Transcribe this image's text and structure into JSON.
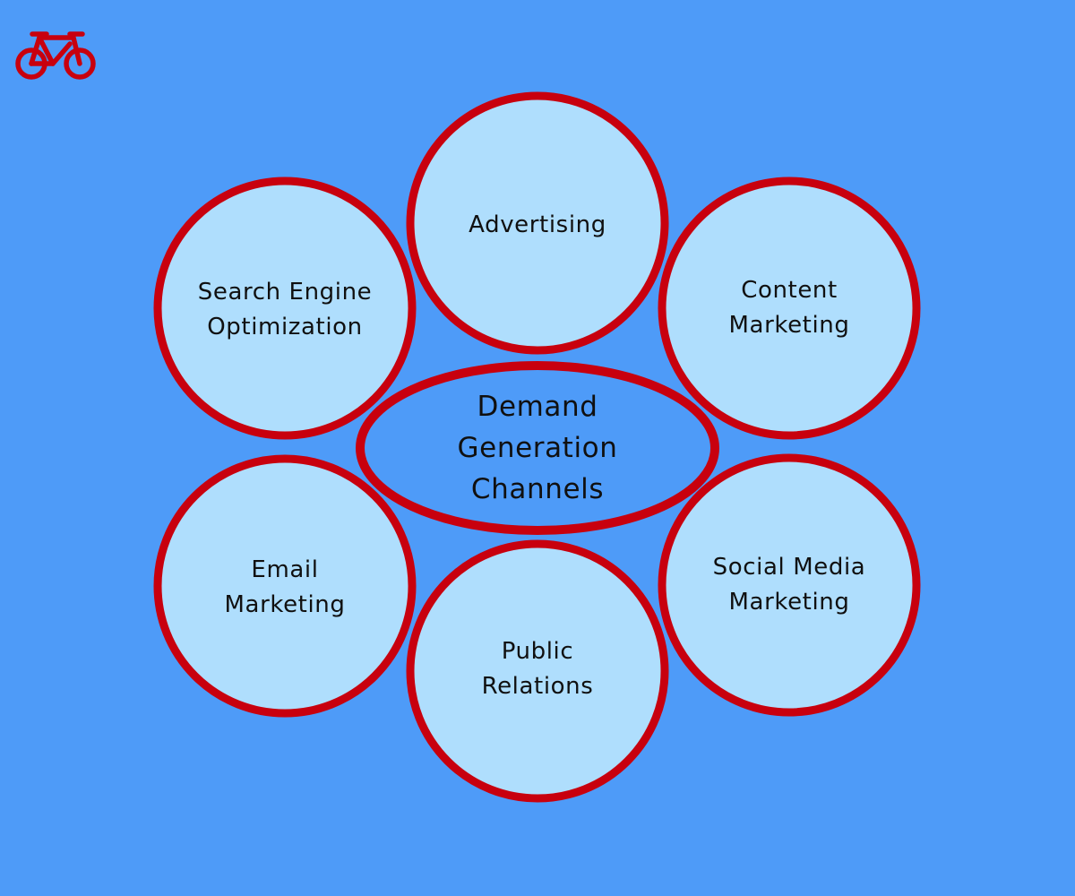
{
  "colors": {
    "background": "#4e9bf8",
    "ring": "#c8000e",
    "circle_fill": "#afdefd",
    "center_fill": "#4e9bf8",
    "text": "#101010",
    "logo": "#c8000e"
  },
  "logo": {
    "icon": "bicycle-icon"
  },
  "center": {
    "text": "Demand Generation Channels"
  },
  "channels": [
    {
      "key": "advertising",
      "text": "Advertising"
    },
    {
      "key": "content-marketing",
      "text": "Content Marketing"
    },
    {
      "key": "social-media-marketing",
      "text": "Social Media Marketing"
    },
    {
      "key": "public-relations",
      "text": "Public Relations"
    },
    {
      "key": "email-marketing",
      "text": "Email Marketing"
    },
    {
      "key": "search-engine-optimization",
      "text": "Search Engine Optimization"
    }
  ]
}
